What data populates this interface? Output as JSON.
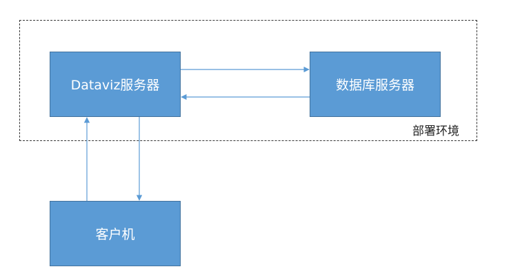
{
  "diagram": {
    "nodes": {
      "dataviz": "Dataviz服务器",
      "db": "数据库服务器",
      "client": "客户机"
    },
    "environment_label": "部署环境",
    "edges": [
      {
        "from": "dataviz",
        "to": "db"
      },
      {
        "from": "db",
        "to": "dataviz"
      },
      {
        "from": "client",
        "to": "dataviz"
      },
      {
        "from": "dataviz",
        "to": "client"
      }
    ],
    "colors": {
      "node_fill": "#5b9bd5",
      "node_border": "#41719c",
      "arrow": "#5b9bd5",
      "env_border": "#333333"
    }
  }
}
